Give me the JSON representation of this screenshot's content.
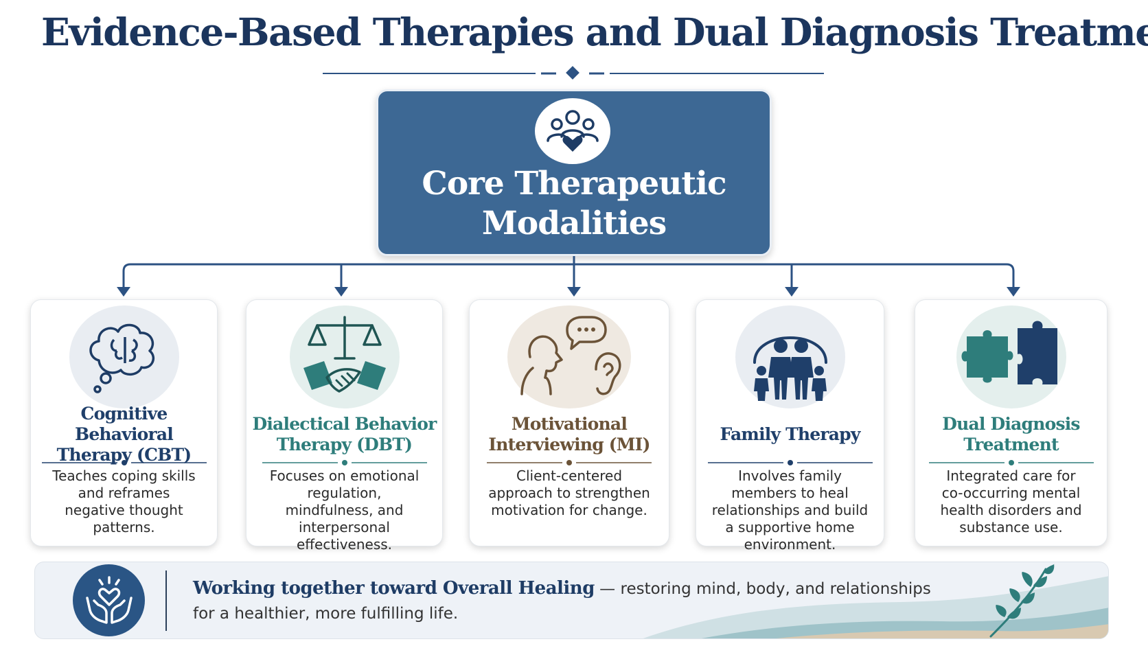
{
  "header": {
    "title": "Evidence-Based Therapies and Dual Diagnosis Treatment"
  },
  "core": {
    "title_line1": "Core Therapeutic",
    "title_line2": "Modalities",
    "icon": "group-heart-icon"
  },
  "colors": {
    "navy": "#1b355d",
    "core_blue": "#3d6894",
    "teal": "#2e7d7b",
    "brown": "#6b5338",
    "connector": "#2c5283"
  },
  "cards": [
    {
      "title_line1": "Cognitive Behavioral",
      "title_line2": "Therapy (CBT)",
      "description": "Teaches coping skills and reframes negative thought patterns.",
      "icon": "brain-thought-icon",
      "color": "#1f3f6a"
    },
    {
      "title_line1": "Dialectical Behavior",
      "title_line2": "Therapy (DBT)",
      "description": "Focuses on emotional regulation, mindfulness, and interpersonal effectiveness.",
      "icon": "scales-handshake-icon",
      "color": "#2e7d7b"
    },
    {
      "title_line1": "Motivational",
      "title_line2": "Interviewing (MI)",
      "description": "Client-centered approach to strengthen motivation for change.",
      "icon": "person-listening-icon",
      "color": "#6b5338"
    },
    {
      "title_line1": "Family Therapy",
      "title_line2": "",
      "description": "Involves family members to heal relationships and build a supportive home environment.",
      "icon": "family-icon",
      "color": "#1f3f6a"
    },
    {
      "title_line1": "Dual Diagnosis",
      "title_line2": "Treatment",
      "description": "Integrated care for co-occurring mental health disorders and substance use.",
      "icon": "puzzle-pieces-icon",
      "color": "#2e7d7b"
    }
  ],
  "banner": {
    "strong": "Working together toward Overall Healing",
    "rest_line1": " — restoring mind, body, and relationships",
    "rest_line2": "for a healthier, more fulfilling life.",
    "icon": "hands-heart-icon",
    "decor_icon": "leaf-branch-icon"
  }
}
